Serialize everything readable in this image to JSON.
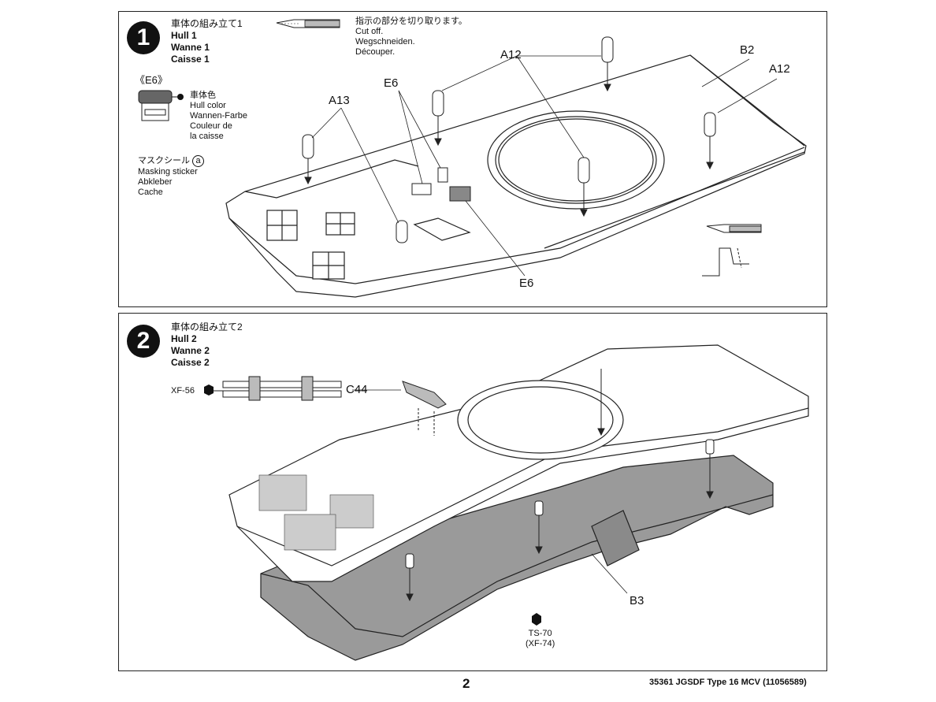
{
  "step1": {
    "number": "1",
    "title_jp": "車体の組み立て1",
    "title_en": "Hull 1",
    "title_de": "Wanne 1",
    "title_fr": "Caisse 1",
    "cut_note": {
      "jp": "指示の部分を切り取ります。",
      "en": "Cut off.",
      "de": "Wegschneiden.",
      "fr": "Découper."
    },
    "e6_callout": {
      "part": "《E6》",
      "color_jp": "車体色",
      "color_en": "Hull color",
      "color_de": "Wannen-Farbe",
      "color_fr1": "Couleur de",
      "color_fr2": "la caisse",
      "sticker_jp": "マスクシール",
      "sticker_letter": "a",
      "sticker_en": "Masking sticker",
      "sticker_de": "Abkleber",
      "sticker_fr": "Cache"
    },
    "labels": [
      "A12",
      "B2",
      "A12",
      "A13",
      "E6",
      "E6"
    ]
  },
  "step2": {
    "number": "2",
    "title_jp": "車体の組み立て2",
    "title_en": "Hull 2",
    "title_de": "Wanne 2",
    "title_fr": "Caisse 2",
    "paint_left": "XF-56",
    "part_c44": "C44",
    "part_b3": "B3",
    "paint_bottom_1": "TS-70",
    "paint_bottom_2": "(XF-74)"
  },
  "footer": {
    "page_number": "2",
    "code": "35361 JGSDF Type 16 MCV (11056589)"
  }
}
